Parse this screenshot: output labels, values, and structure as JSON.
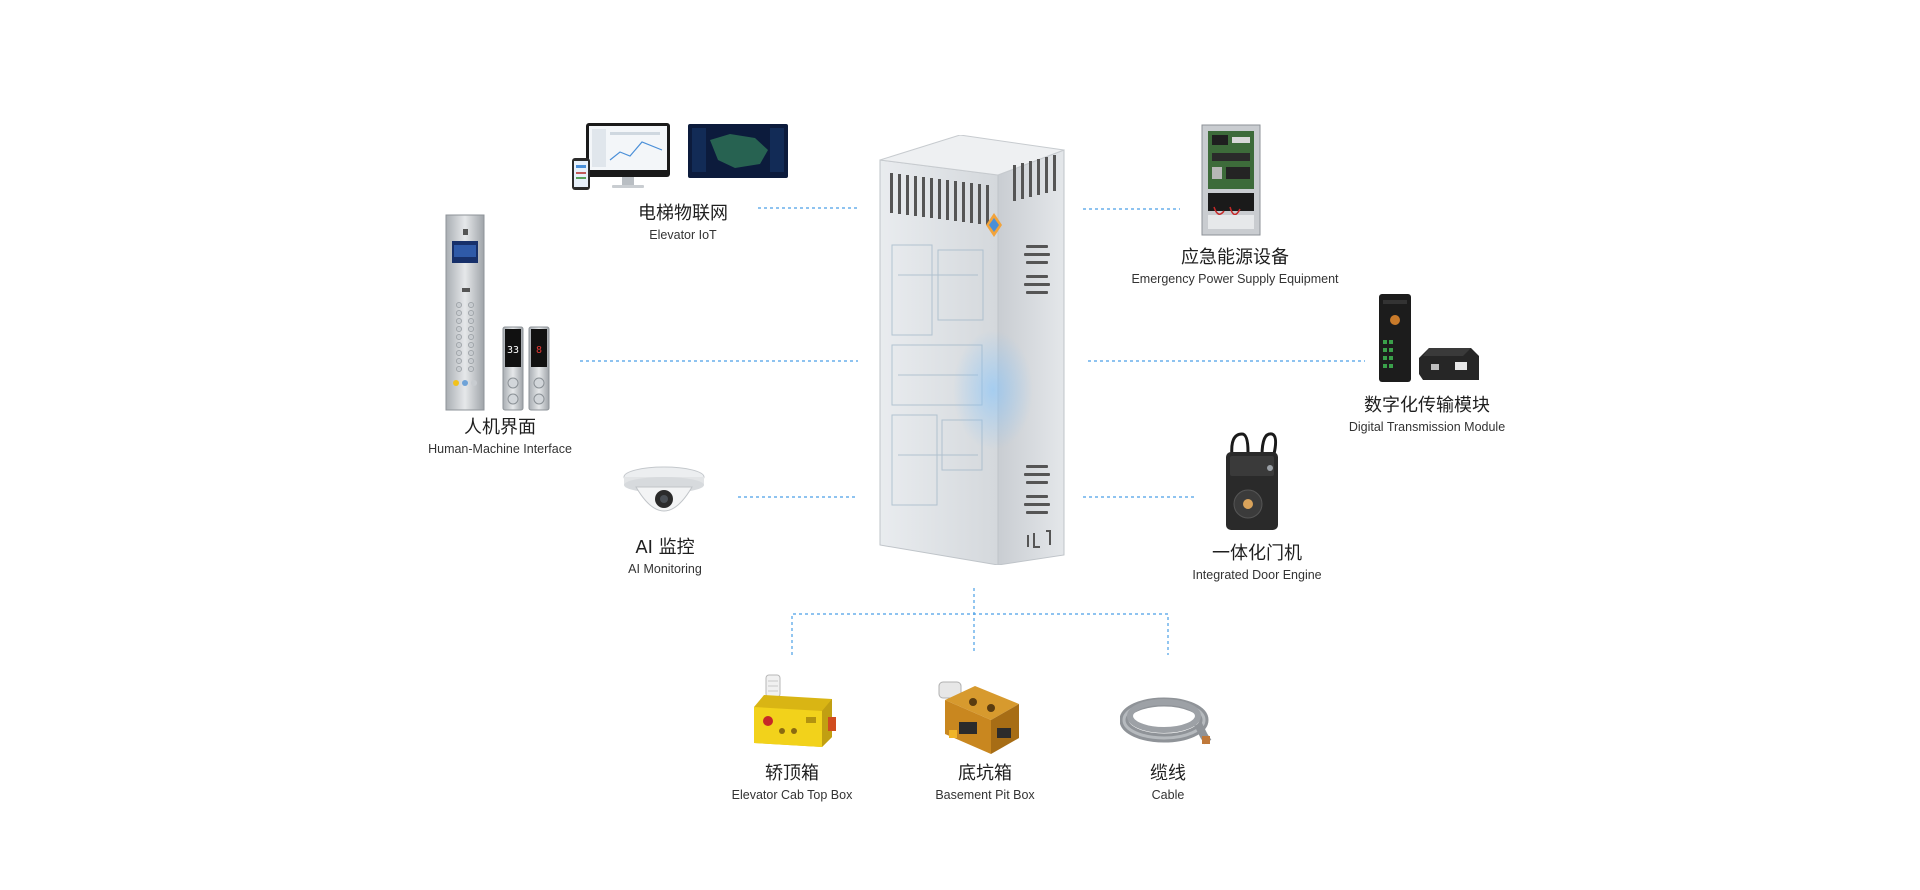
{
  "center": {
    "name": "elevator-control-cabinet"
  },
  "components": {
    "iot": {
      "zh": "电梯物联网",
      "en": "Elevator IoT"
    },
    "hmi": {
      "zh": "人机界面",
      "en": "Human-Machine Interface"
    },
    "ai": {
      "zh": "AI 监控",
      "en": "AI Monitoring"
    },
    "emergency": {
      "zh": "应急能源设备",
      "en": "Emergency Power Supply Equipment"
    },
    "digital": {
      "zh": "数字化传输模块",
      "en": "Digital Transmission Module"
    },
    "door": {
      "zh": "一体化门机",
      "en": "Integrated Door Engine"
    },
    "cabtop": {
      "zh": "轿顶箱",
      "en": "Elevator Cab Top Box"
    },
    "pit": {
      "zh": "底坑箱",
      "en": "Basement Pit Box"
    },
    "cable": {
      "zh": "缆线",
      "en": "Cable"
    }
  },
  "hmi_displays": {
    "floor_a": "33",
    "floor_b": "8"
  },
  "colors": {
    "connector": "#4a9fe6",
    "cabinet": "#dcdfe3",
    "yellow_box": "#f2d21b"
  }
}
